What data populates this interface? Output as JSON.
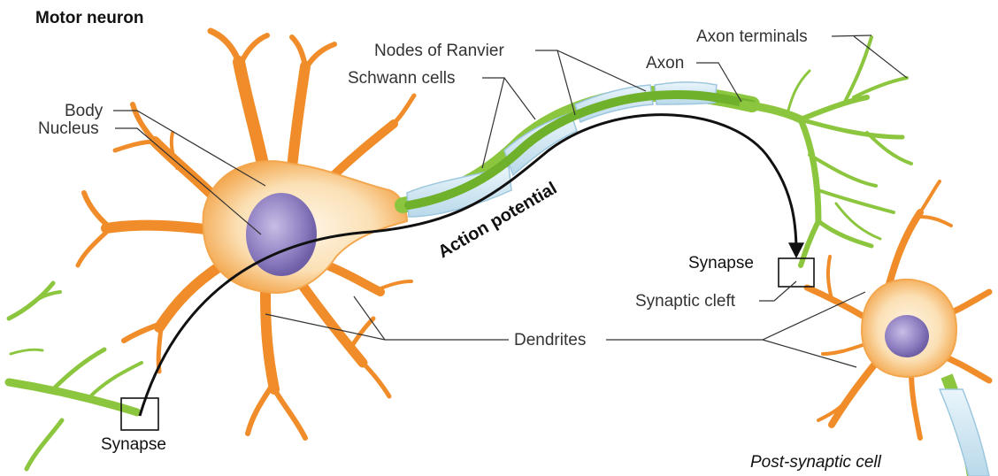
{
  "diagram": {
    "title": "Motor neuron",
    "labels": {
      "nodes_of_ranvier": "Nodes of Ranvier",
      "schwann_cells": "Schwann cells",
      "axon_terminals": "Axon terminals",
      "axon": "Axon",
      "body": "Body",
      "nucleus": "Nucleus",
      "action_potential": "Action potential",
      "synapse_right": "Synapse",
      "synaptic_cleft": "Synaptic cleft",
      "dendrites": "Dendrites",
      "synapse_left": "Synapse",
      "post_synaptic_cell": "Post-synaptic cell"
    },
    "colors": {
      "dendrite_orange": "#f08d2a",
      "cell_body_cream": "#fbe3bf",
      "nucleus_purple": "#8c7cbf",
      "axon_green": "#8cc63f",
      "schwann_blue": "#cfe6f2",
      "terminal_green": "#a8cf45"
    }
  }
}
